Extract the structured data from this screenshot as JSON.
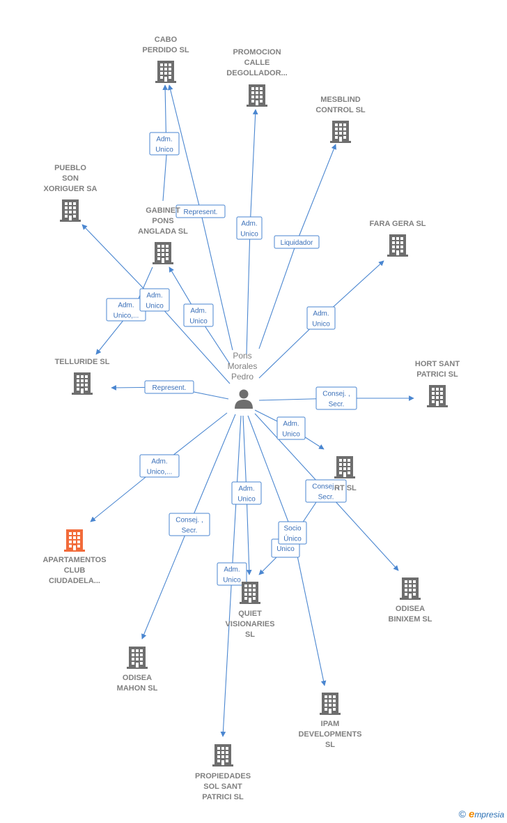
{
  "center": {
    "label": [
      "Pons",
      "Morales",
      "Pedro"
    ]
  },
  "nodes": [
    {
      "id": "cabo",
      "label": [
        "CABO",
        "PERDIDO SL"
      ],
      "highlight": false
    },
    {
      "id": "promocion",
      "label": [
        "PROMOCION",
        "CALLE",
        "DEGOLLADOR..."
      ],
      "highlight": false
    },
    {
      "id": "mesblind",
      "label": [
        "MESBLIND",
        "CONTROL SL"
      ],
      "highlight": false
    },
    {
      "id": "pueblo",
      "label": [
        "PUEBLO",
        "SON",
        "XORIGUER SA"
      ],
      "highlight": false
    },
    {
      "id": "gabinet",
      "label": [
        "GABINET",
        "PONS",
        "ANGLADA  SL"
      ],
      "highlight": false
    },
    {
      "id": "fara",
      "label": [
        "FARA GERA SL"
      ],
      "highlight": false
    },
    {
      "id": "telluride",
      "label": [
        "TELLURIDE  SL"
      ],
      "highlight": false
    },
    {
      "id": "hort",
      "label": [
        "HORT SANT",
        "PATRICI  SL"
      ],
      "highlight": false
    },
    {
      "id": "rt",
      "label": [
        "RT  SL"
      ],
      "highlight": false
    },
    {
      "id": "apartamentos",
      "label": [
        "APARTAMENTOS",
        "CLUB",
        "CIUDADELA..."
      ],
      "highlight": true
    },
    {
      "id": "quiet",
      "label": [
        "QUIET",
        "VISIONARIES",
        "SL"
      ],
      "highlight": false
    },
    {
      "id": "odisea_b",
      "label": [
        "ODISEA",
        "BINIXEM  SL"
      ],
      "highlight": false
    },
    {
      "id": "odisea_m",
      "label": [
        "ODISEA",
        "MAHON  SL"
      ],
      "highlight": false
    },
    {
      "id": "ipam",
      "label": [
        "IPAM",
        "DEVELOPMENTS",
        "SL"
      ],
      "highlight": false
    },
    {
      "id": "propiedades",
      "label": [
        "PROPIEDADES",
        "SOL SANT",
        "PATRICI  SL"
      ],
      "highlight": false
    }
  ],
  "edges": [
    {
      "label": [
        "Adm.",
        "Unico"
      ]
    },
    {
      "label": [
        "Represent."
      ]
    },
    {
      "label": [
        "Adm.",
        "Unico"
      ]
    },
    {
      "label": [
        "Liquidador"
      ]
    },
    {
      "label": [
        "Adm.",
        "Unico"
      ]
    },
    {
      "label": [
        "Adm.",
        "Unico"
      ]
    },
    {
      "label": [
        "Adm.",
        "Unico,..."
      ]
    },
    {
      "label": [
        "Adm.",
        "Unico"
      ]
    },
    {
      "label": [
        "Represent."
      ]
    },
    {
      "label": [
        "Consej. ,",
        "Secr."
      ]
    },
    {
      "label": [
        "Adm.",
        "Unico"
      ]
    },
    {
      "label": [
        "Consej. ,",
        "Secr."
      ]
    },
    {
      "label": [
        "Adm.",
        "Unico,..."
      ]
    },
    {
      "label": [
        "Consej. ,",
        "Secr."
      ]
    },
    {
      "label": [
        "Adm.",
        "Unico"
      ]
    },
    {
      "label": [
        "Unico"
      ]
    },
    {
      "label": [
        "Socio",
        "Único"
      ]
    },
    {
      "label": [
        "Adm.",
        "Unico"
      ]
    }
  ],
  "colors": {
    "edge": "#4a86d0",
    "building": "#6e6e6e",
    "highlight": "#f26b3a"
  },
  "footer": {
    "copyright_symbol": "©",
    "brand_e": "e",
    "brand_rest": "mpresia"
  }
}
